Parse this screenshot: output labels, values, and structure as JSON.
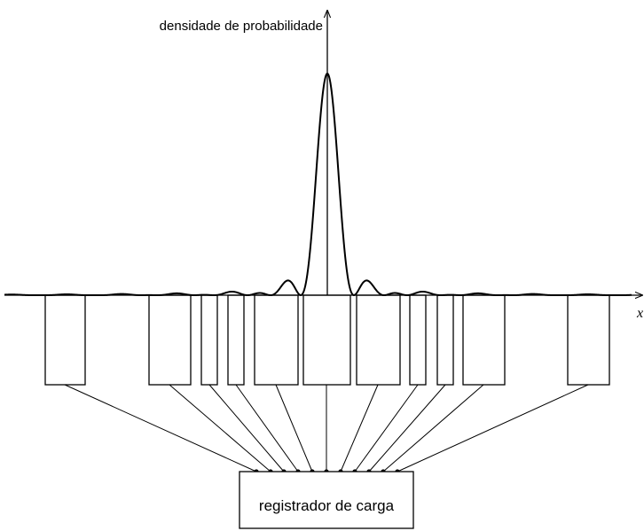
{
  "axes": {
    "y_label": "densidade de probabilidade",
    "x_label": "x"
  },
  "register": {
    "label": "registrador de carga"
  },
  "detector_count": 11,
  "colors": {
    "stroke": "#000000",
    "background": "#ffffff"
  }
}
